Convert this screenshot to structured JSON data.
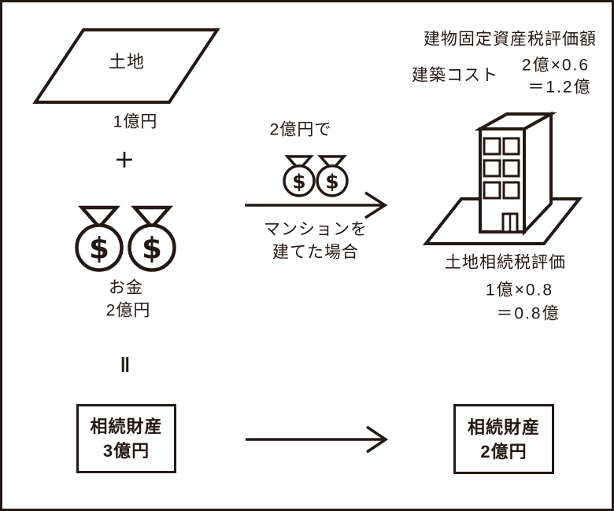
{
  "colors": {
    "ink": "#231815",
    "background": "#ffffff"
  },
  "land": {
    "label": "土地",
    "value": "1億円"
  },
  "operators": {
    "plus": "＋",
    "equals": "‖"
  },
  "money": {
    "symbol": "$",
    "label": "お金",
    "value": "2億円"
  },
  "conversion": {
    "top_label": "2億円で",
    "symbol": "$",
    "action_line1": "マンションを",
    "action_line2": "建てた場合"
  },
  "building_assessment": {
    "title": "建物固定資産税評価額",
    "cost_label": "建築コスト",
    "calc_line1": "2億×0.6",
    "calc_line2": "＝1.2億"
  },
  "land_assessment": {
    "title": "土地相続税評価",
    "calc_line1": "1億×0.8",
    "calc_line2": "＝0.8億"
  },
  "inheritance_before": {
    "line1": "相続財産",
    "line2": "3億円"
  },
  "inheritance_after": {
    "line1": "相続財産",
    "line2": "2億円"
  }
}
